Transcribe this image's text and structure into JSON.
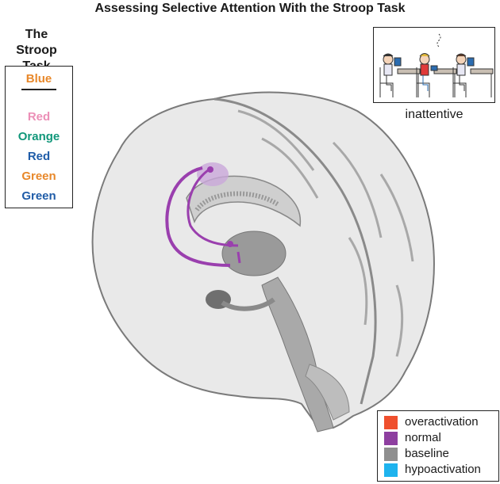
{
  "title": "Assessing Selective Attention With the Stroop Task",
  "stroop": {
    "heading_line1": "The",
    "heading_line2": "Stroop Task",
    "sample": {
      "word": "Blue",
      "color": "#e8882a"
    },
    "words": [
      {
        "word": "Red",
        "color": "#ec8fb7"
      },
      {
        "word": "Orange",
        "color": "#11977a"
      },
      {
        "word": "Red",
        "color": "#1f5ca8"
      },
      {
        "word": "Green",
        "color": "#e8882a"
      },
      {
        "word": "Green",
        "color": "#1f5ca8"
      }
    ]
  },
  "classroom": {
    "label": "inattentive",
    "icon": "classroom-students-icon"
  },
  "legend": {
    "items": [
      {
        "label": "overactivation",
        "color": "#ef4f2d"
      },
      {
        "label": "normal",
        "color": "#8e3fa0"
      },
      {
        "label": "baseline",
        "color": "#8f8f8f"
      },
      {
        "label": "hypoactivation",
        "color": "#1eb3ee"
      }
    ]
  },
  "colors": {
    "brain_fill": "#e9e9e9",
    "brain_outline": "#7a7a7a",
    "pathway": "#9a3fae",
    "highlight": "#c9a8d9"
  }
}
